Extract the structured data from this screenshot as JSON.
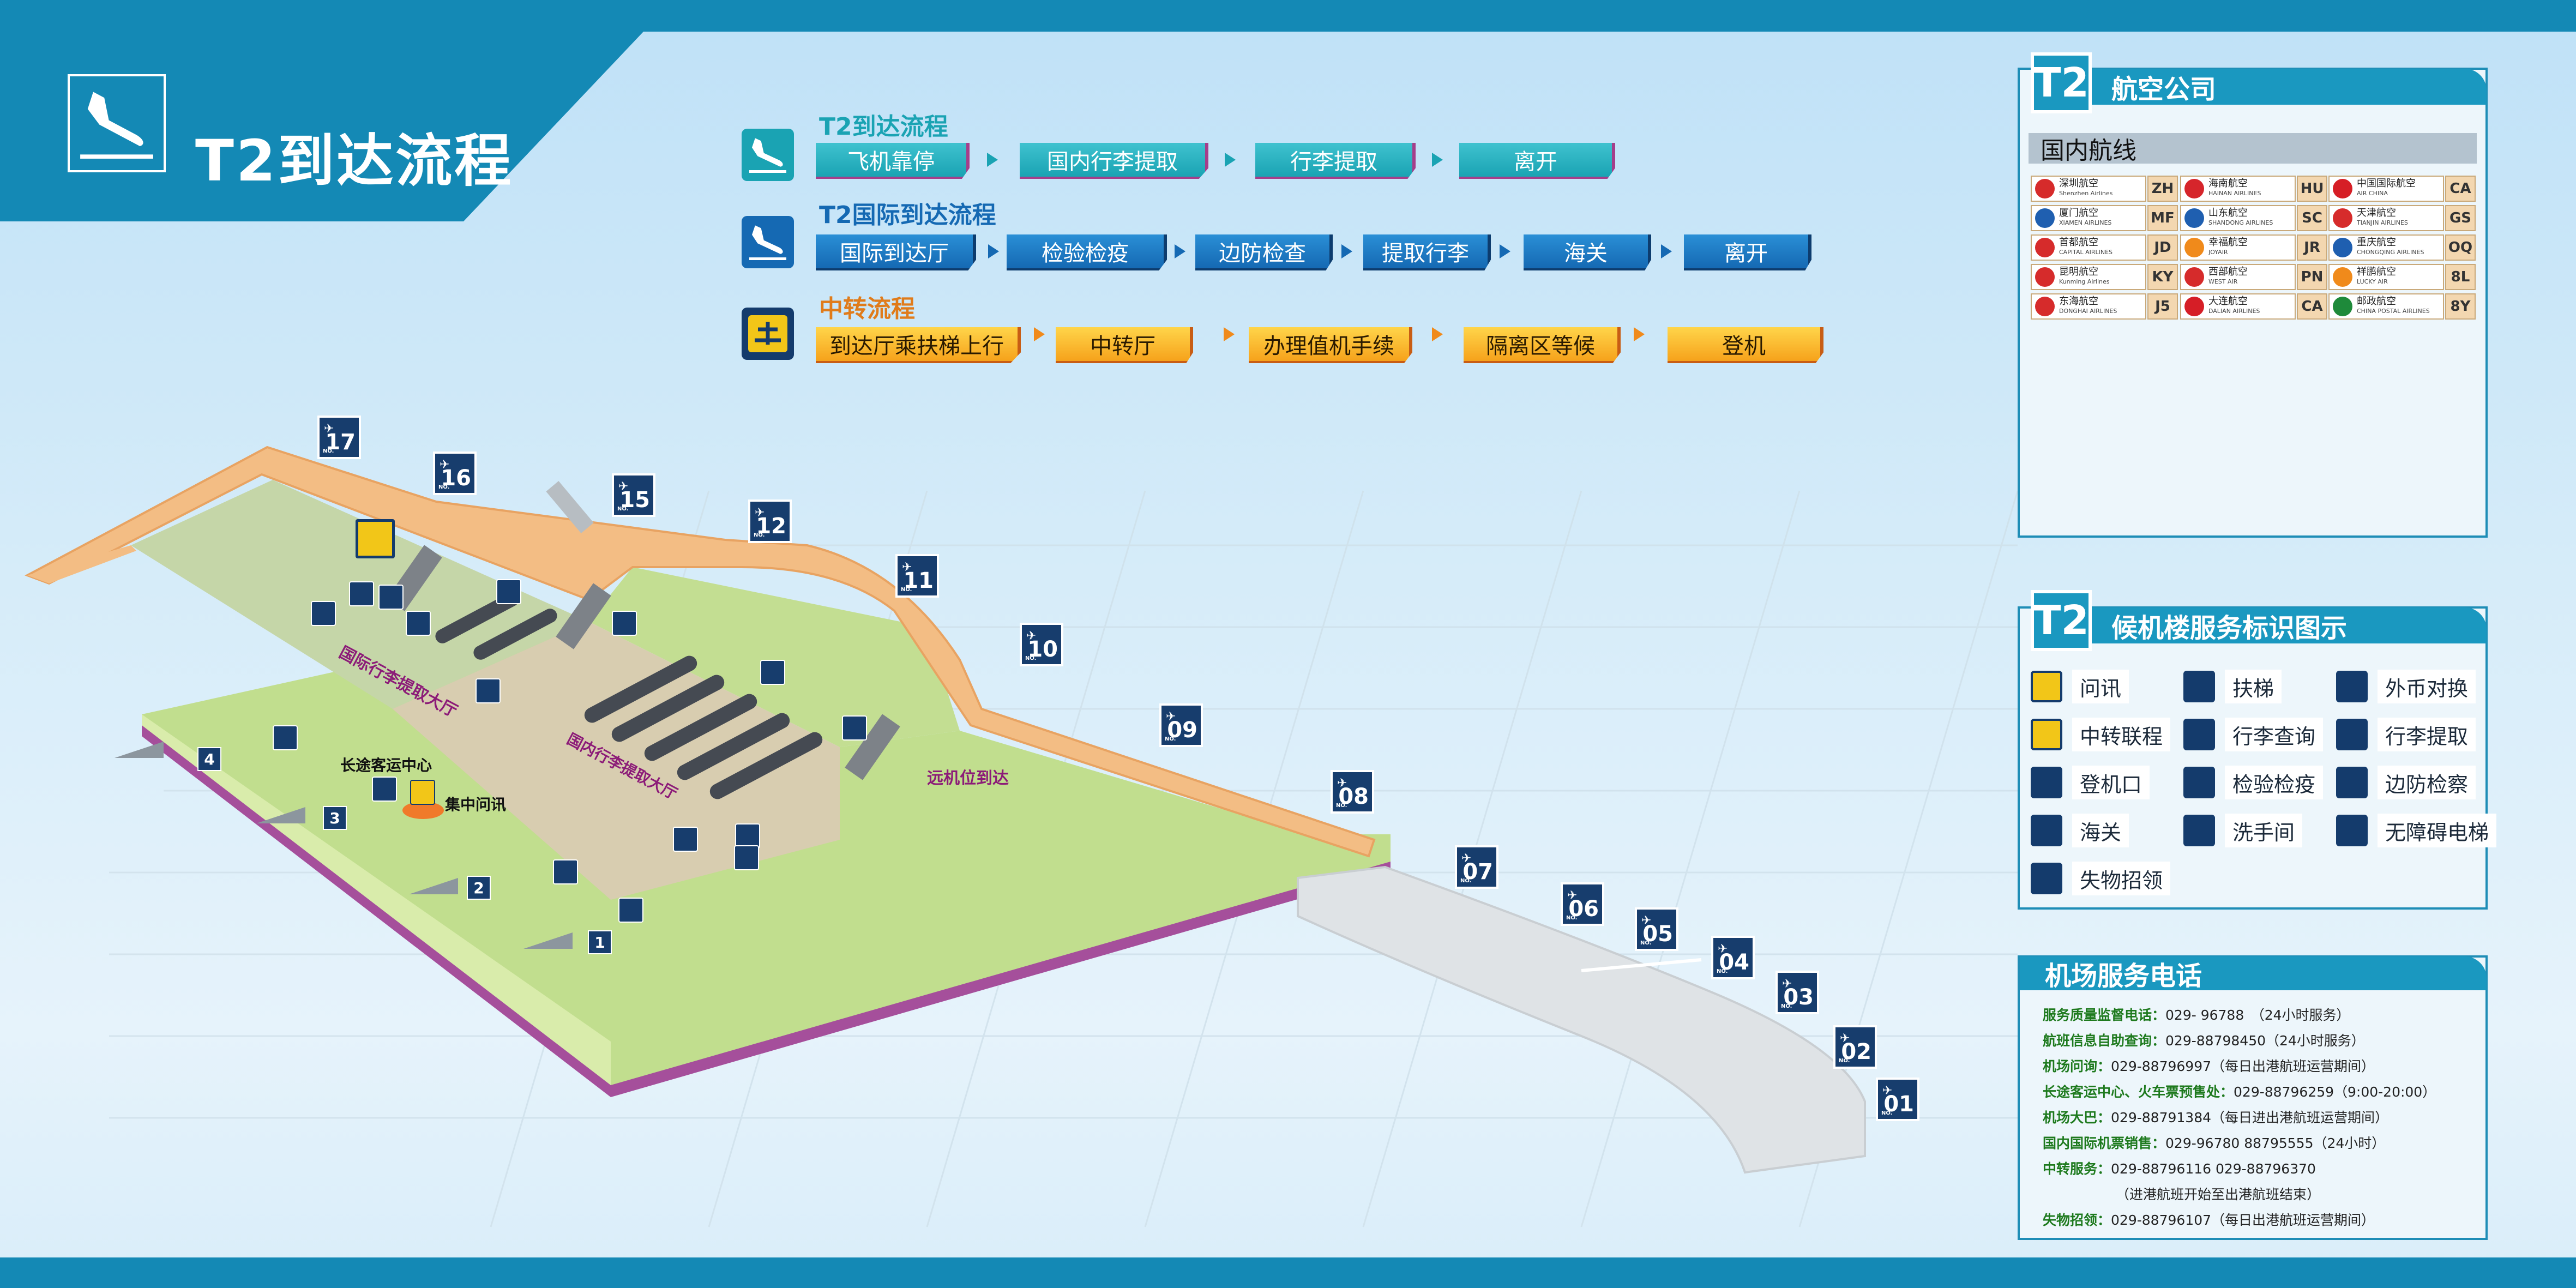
{
  "title": "T2到达流程",
  "flows": {
    "domestic": {
      "title": "T2到达流程",
      "steps": [
        "飞机靠停",
        "国内行李提取",
        "行李提取",
        "离开"
      ]
    },
    "international": {
      "title": "T2国际到达流程",
      "steps": [
        "国际到达厅",
        "检验检疫",
        "边防检查",
        "提取行李",
        "海关",
        "离开"
      ]
    },
    "transfer": {
      "title": "中转流程",
      "steps": [
        "到达厅乘扶梯上行",
        "中转厅",
        "办理值机手续",
        "隔离区等候",
        "登机"
      ]
    }
  },
  "airlines_panel": {
    "badge": "T2",
    "title": "航空公司",
    "section": "国内航线",
    "rows": [
      [
        {
          "cn": "深圳航空",
          "en": "Shenzhen Airlines",
          "code": "ZH",
          "color": "#d62b2b"
        },
        {
          "cn": "海南航空",
          "en": "HAINAN AIRLINES",
          "code": "HU",
          "color": "#d6252b"
        },
        {
          "cn": "中国国际航空",
          "en": "AIR CHINA",
          "code": "CA",
          "color": "#d61e26"
        }
      ],
      [
        {
          "cn": "厦门航空",
          "en": "XIAMEN AIRLINES",
          "code": "MF",
          "color": "#1f5fb0"
        },
        {
          "cn": "山东航空",
          "en": "SHANDONG AIRLINES",
          "code": "SC",
          "color": "#1f5fb0"
        },
        {
          "cn": "天津航空",
          "en": "TIANJIN AIRLINES",
          "code": "GS",
          "color": "#d62b2b"
        }
      ],
      [
        {
          "cn": "首都航空",
          "en": "CAPITAL AIRLINES",
          "code": "JD",
          "color": "#d62b2b"
        },
        {
          "cn": "幸福航空",
          "en": "JOYAIR",
          "code": "JR",
          "color": "#f08a1b"
        },
        {
          "cn": "重庆航空",
          "en": "CHONGQING AIRLINES",
          "code": "OQ",
          "color": "#1f5fb0"
        }
      ],
      [
        {
          "cn": "昆明航空",
          "en": "Kunming Airlines",
          "code": "KY",
          "color": "#d62b2b"
        },
        {
          "cn": "西部航空",
          "en": "WEST AIR",
          "code": "PN",
          "color": "#d62b2b"
        },
        {
          "cn": "祥鹏航空",
          "en": "LUCKY AIR",
          "code": "8L",
          "color": "#f08a1b"
        }
      ],
      [
        {
          "cn": "东海航空",
          "en": "DONGHAI AIRLINES",
          "code": "J5",
          "color": "#d62b2b"
        },
        {
          "cn": "大连航空",
          "en": "DALIAN AIRLINES",
          "code": "CA",
          "color": "#d61e26"
        },
        {
          "cn": "邮政航空",
          "en": "CHINA POSTAL AIRLINES",
          "code": "8Y",
          "color": "#1e8a3a"
        }
      ]
    ]
  },
  "services_panel": {
    "badge": "T2",
    "title": "候机楼服务标识图示",
    "items": [
      {
        "label": "问讯",
        "icon": "information-icon"
      },
      {
        "label": "扶梯",
        "icon": "escalator-icon"
      },
      {
        "label": "外币对换",
        "icon": "currency-exchange-icon"
      },
      {
        "label": "中转联程",
        "icon": "transfer-icon"
      },
      {
        "label": "行李查询",
        "icon": "baggage-inquiry-icon"
      },
      {
        "label": "行李提取",
        "icon": "baggage-claim-icon"
      },
      {
        "label": "登机口",
        "icon": "boarding-gate-icon"
      },
      {
        "label": "检验检疫",
        "icon": "quarantine-icon"
      },
      {
        "label": "边防检察",
        "icon": "border-control-icon"
      },
      {
        "label": "海关",
        "icon": "customs-icon"
      },
      {
        "label": "洗手间",
        "icon": "restroom-icon"
      },
      {
        "label": "无障碍电梯",
        "icon": "accessible-elevator-icon"
      },
      {
        "label": "失物招领",
        "icon": "lost-found-icon"
      }
    ]
  },
  "phones_panel": {
    "title": "机场服务电话",
    "lines": [
      {
        "label": "服务质量监督电话：",
        "value": "029- 96788　（24小时服务）"
      },
      {
        "label": "航班信息自助查询：",
        "value": "029-88798450（24小时服务）"
      },
      {
        "label": "机场问询：",
        "value": "029-88796997（每日出港航班运营期间）"
      },
      {
        "label": "长途客运中心、火车票预售处：",
        "value": "029-88796259（9:00-20:00）"
      },
      {
        "label": "机场大巴：",
        "value": "029-88791384（每日进出港航班运营期间）"
      },
      {
        "label": "国内国际机票销售：",
        "value": "029-96780 88795555（24小时）"
      },
      {
        "label": "中转服务：",
        "value": "029-88796116  029-88796370"
      },
      {
        "label": "",
        "value": "（进港航班开始至出港航班结束）"
      },
      {
        "label": "失物招领：",
        "value": "029-88796107（每日出港航班运营期间）"
      }
    ]
  },
  "map": {
    "gates": [
      "17",
      "16",
      "15",
      "12",
      "11",
      "10",
      "09",
      "08",
      "07",
      "06",
      "05",
      "04",
      "03",
      "02",
      "01"
    ],
    "gate_prefix": "NO.",
    "exits": [
      "4",
      "3",
      "2",
      "1"
    ],
    "labels": {
      "intl_baggage_hall": "国际行李提取大厅",
      "dom_baggage_hall": "国内行李提取大厅",
      "remote_stand": "远机位到达",
      "bus_center": "长途客运中心",
      "info_center": "集中问讯"
    }
  },
  "colors": {
    "primary": "#1489b5",
    "domestic_step": "#1aa3b3",
    "international_step": "#1569b3",
    "transfer_step": "#f6a21b",
    "transfer_title": "#e07b1a",
    "map_label": "#8c1b78"
  }
}
